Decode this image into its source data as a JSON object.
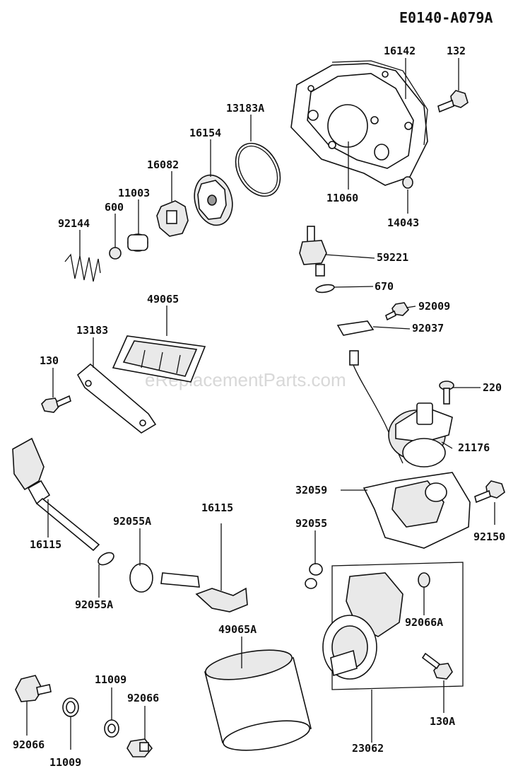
{
  "diagram_code": "E0140-A079A",
  "watermark": "eReplacementParts.com",
  "labels": {
    "l16142": "16142",
    "l132": "132",
    "l13183A": "13183A",
    "l16154": "16154",
    "l16082": "16082",
    "l11003": "11003",
    "l600": "600",
    "l92144": "92144",
    "l11060": "11060",
    "l14043": "14043",
    "l59221": "59221",
    "l670": "670",
    "l92009": "92009",
    "l92037": "92037",
    "l49065": "49065",
    "l13183": "13183",
    "l130": "130",
    "l220": "220",
    "l21176": "21176",
    "l32059": "32059",
    "l92150": "92150",
    "l16115_left": "16115",
    "l92055A_top": "92055A",
    "l16115_right": "16115",
    "l92055A_bottom": "92055A",
    "l92055": "92055",
    "l92066A": "92066A",
    "l49065A": "49065A",
    "l130A": "130A",
    "l23062": "23062",
    "l11009_top": "11009",
    "l92066_mid": "92066",
    "l92066_left": "92066",
    "l11009_bottom": "11009"
  }
}
